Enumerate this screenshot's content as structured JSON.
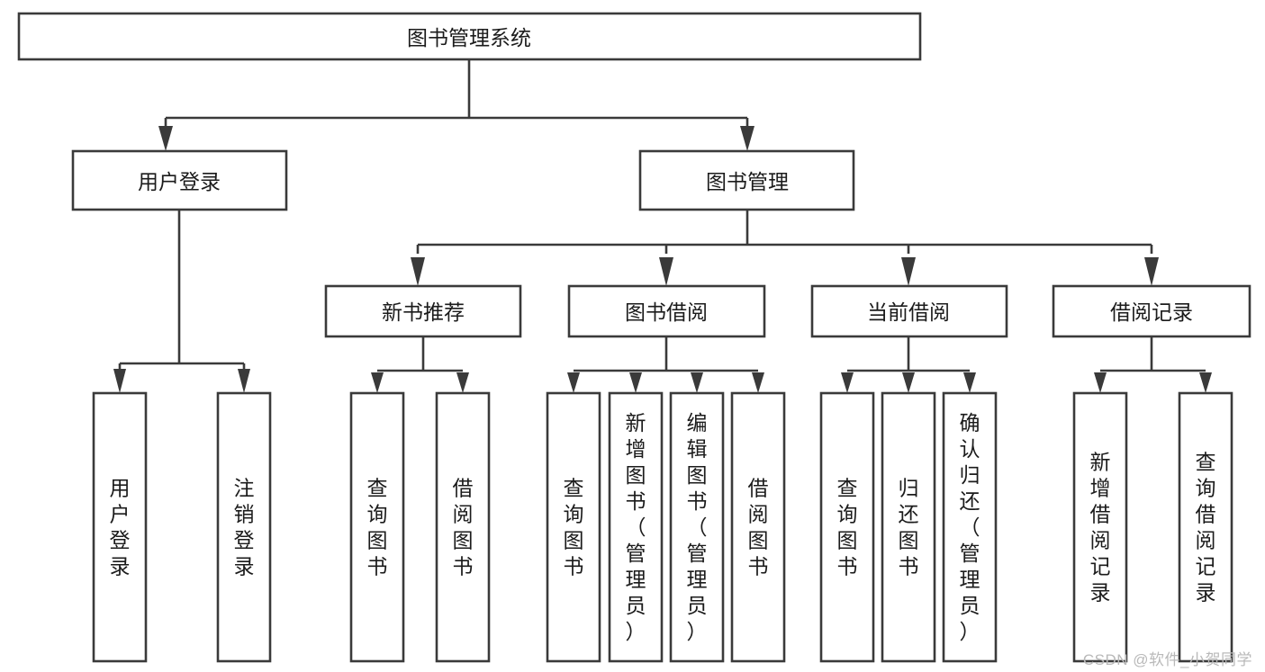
{
  "diagram": {
    "type": "tree-hierarchy",
    "orientation": "top-down",
    "background_color": "#ffffff",
    "box_stroke_color": "#3a3a3a",
    "box_fill_color": "#ffffff",
    "text_color": "#1b1b1b",
    "root": {
      "id": "root",
      "label": "图书管理系统"
    },
    "level2": [
      {
        "id": "user-login",
        "label": "用户登录"
      },
      {
        "id": "book-management",
        "label": "图书管理"
      }
    ],
    "level3": [
      {
        "id": "new-book-recommend",
        "label": "新书推荐",
        "parent": "book-management"
      },
      {
        "id": "book-borrow",
        "label": "图书借阅",
        "parent": "book-management"
      },
      {
        "id": "current-borrow",
        "label": "当前借阅",
        "parent": "book-management"
      },
      {
        "id": "borrow-record",
        "label": "借阅记录",
        "parent": "book-management"
      }
    ],
    "leaves": {
      "user-login": [
        {
          "id": "leaf-user-login",
          "label": "用户登录"
        },
        {
          "id": "leaf-user-logout",
          "label": "注销登录"
        }
      ],
      "new-book-recommend": [
        {
          "id": "leaf-query-book-1",
          "label": "查询图书"
        },
        {
          "id": "leaf-borrow-book-1",
          "label": "借阅图书"
        }
      ],
      "book-borrow": [
        {
          "id": "leaf-query-book-2",
          "label": "查询图书"
        },
        {
          "id": "leaf-add-book",
          "label": "新增图书（管理员）"
        },
        {
          "id": "leaf-edit-book",
          "label": "编辑图书（管理员）"
        },
        {
          "id": "leaf-borrow-book-2",
          "label": "借阅图书"
        }
      ],
      "current-borrow": [
        {
          "id": "leaf-query-book-3",
          "label": "查询图书"
        },
        {
          "id": "leaf-return-book",
          "label": "归还图书"
        },
        {
          "id": "leaf-confirm-return",
          "label": "确认归还（管理员）"
        }
      ],
      "borrow-record": [
        {
          "id": "leaf-add-record",
          "label": "新增借阅记录"
        },
        {
          "id": "leaf-query-record",
          "label": "查询借阅记录"
        }
      ]
    }
  },
  "watermark": {
    "text": "CSDN @软件_小贺同学"
  }
}
